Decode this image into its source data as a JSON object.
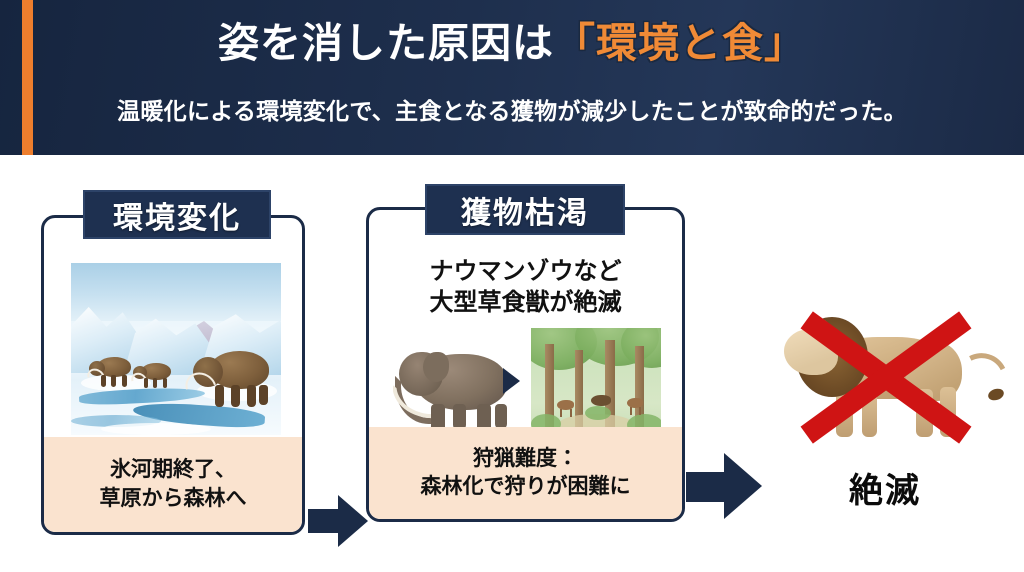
{
  "header": {
    "title_plain": "姿を消した原因は",
    "title_highlight": "「環境と食」",
    "subtitle": "温暖化による環境変化で、主食となる獲物が減少したことが致命的だった。",
    "accent_color": "#ee7e2d",
    "background_color": "#1b2b47",
    "title_color": "#ffffff",
    "highlight_color": "#f08a36"
  },
  "flow": {
    "cards": [
      {
        "badge": "環境変化",
        "heading": "",
        "footer_lines": [
          "氷河期終了、",
          "草原から森林へ"
        ],
        "image_alt": "氷河と雪原を歩くマンモスの水彩画",
        "footer_color": "#fae3cf",
        "border_color": "#1b2b47"
      },
      {
        "badge": "獲物枯渇",
        "heading_lines": [
          "ナウマンゾウなど",
          "大型草食獣が絶滅"
        ],
        "footer_lines": [
          "狩猟難度：",
          "森林化で狩りが困難に"
        ],
        "image_alt_left": "ナウマンゾウ（大型草食獣）の水彩画",
        "image_alt_right": "鹿やイノシシがいる森林の水彩画",
        "inner_arrow": "右向き三角",
        "footer_color": "#fae3cf",
        "border_color": "#1b2b47"
      }
    ],
    "arrows": [
      {
        "name": "arrow-card1-to-card2",
        "direction": "right",
        "color": "#1b2b47"
      },
      {
        "name": "arrow-card2-to-result",
        "direction": "right",
        "color": "#1b2b47"
      }
    ],
    "result": {
      "label": "絶滅",
      "image_alt": "ライオン（ニホンオオカミ的な大型肉食獣）の水彩画",
      "cross_mark": "×",
      "cross_color": "#cf1414",
      "label_color": "#0b0b0b"
    }
  }
}
